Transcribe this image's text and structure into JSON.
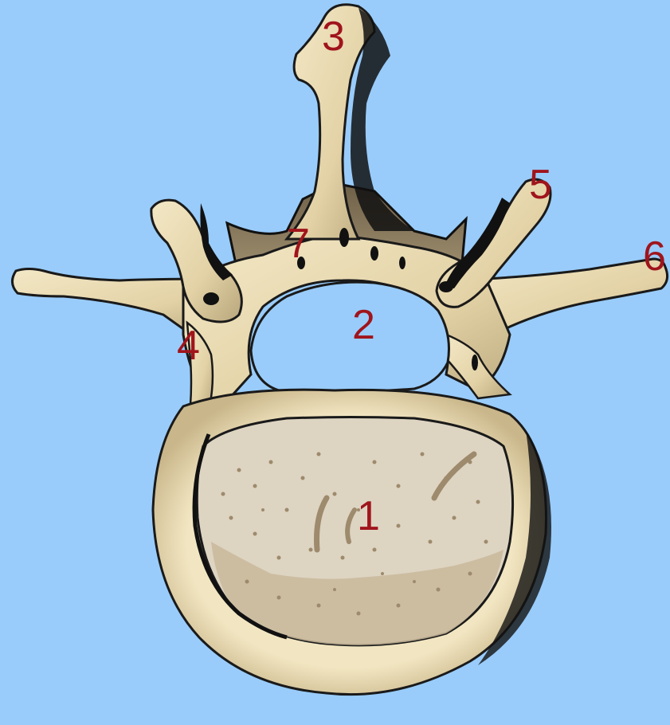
{
  "colors": {
    "background": "#99ccfb",
    "bone_light": "#efe3bf",
    "bone_mid": "#d8c69c",
    "bone_shadow": "#8a7a5c",
    "cancellous": "#ddd4c2",
    "outline": "#111111",
    "label": "#a0141c"
  },
  "labels": {
    "body": "1",
    "foramen": "2",
    "spinous": "3",
    "articular_left": "4",
    "articular_right": "5",
    "transverse_right": "6",
    "lamina": "7"
  }
}
